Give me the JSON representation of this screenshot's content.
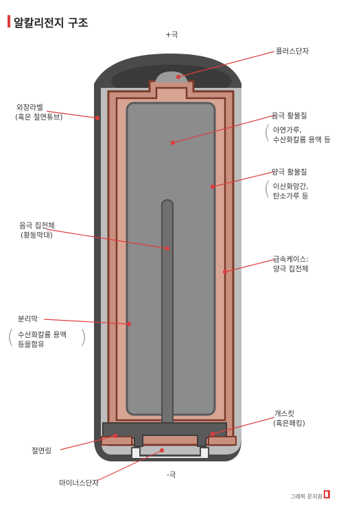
{
  "title": "알칼리전지 구조",
  "colors": {
    "accent": "#e03c3c",
    "outer_dark": "#4a4a4a",
    "case_gray": "#b7b7b7",
    "copper": "#c98f7f",
    "copper_dark": "#7a3a2a",
    "anode_gray": "#8a8a8a",
    "rod": "#6a6a6a",
    "leader": "#e03c3c"
  },
  "terminals": {
    "positive": "+극",
    "negative": "-극"
  },
  "labels": {
    "plus_terminal": "플러스단자",
    "anode_active": "음극 활물질",
    "anode_active_sub1": "아연가루,",
    "anode_active_sub2": "수산화칼륨 용액 등",
    "cathode_active": "양극 활물질",
    "cathode_active_sub1": "이산화망간,",
    "cathode_active_sub2": "탄소가루 등",
    "metal_case1": "금속케이스:",
    "metal_case2": "양극 집전체",
    "gasket1": "개스킷",
    "gasket2": "(혹은패킹)",
    "outer_label1": "외장라벨",
    "outer_label2": "(혹은 절연튜브)",
    "anode_collector1": "음극 집전체",
    "anode_collector2": "(황동막대)",
    "separator": "분리막",
    "separator_sub1": "수산화칼륨 용액",
    "separator_sub2": "등을함유",
    "insulation_ring": "절연링",
    "minus_terminal": "마이너스단자"
  },
  "credit": "그래픽 문지원"
}
